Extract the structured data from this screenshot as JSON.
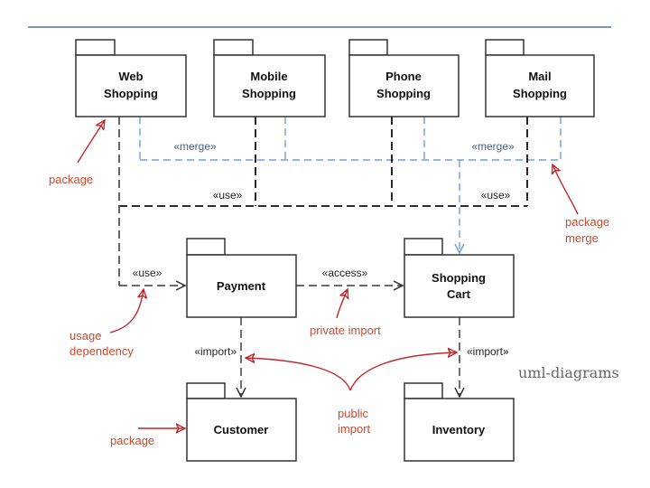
{
  "colors": {
    "header_rule": "#2f5d6e",
    "box_stroke": "#333333",
    "use_line": "#111111",
    "merge_line": "#6f9fd8",
    "annotation": "#c0282d",
    "annotation_text": "#cc4a2e"
  },
  "packages": {
    "web_shopping": {
      "line1": "Web",
      "line2": "Shopping"
    },
    "mobile_shopping": {
      "line1": "Mobile",
      "line2": "Shopping"
    },
    "phone_shopping": {
      "line1": "Phone",
      "line2": "Shopping"
    },
    "mail_shopping": {
      "line1": "Mail",
      "line2": "Shopping"
    },
    "payment": {
      "line1": "Payment"
    },
    "shopping_cart": {
      "line1": "Shopping",
      "line2": "Cart"
    },
    "customer": {
      "line1": "Customer"
    },
    "inventory": {
      "line1": "Inventory"
    }
  },
  "stereotypes": {
    "merge_left": "«merge»",
    "merge_right": "«merge»",
    "use_left": "«use»",
    "use_right": "«use»",
    "use_payment": "«use»",
    "access": "«access»",
    "import_left": "«import»",
    "import_right": "«import»"
  },
  "annotations": {
    "package_top": "package",
    "package_merge_line1": "package",
    "package_merge_line2": "merge",
    "usage_dependency_line1": "usage",
    "usage_dependency_line2": "dependency",
    "private_import": "private import",
    "public_import_line1": "public",
    "public_import_line2": "import",
    "package_bottom": "package"
  },
  "watermark": "uml-diagrams"
}
